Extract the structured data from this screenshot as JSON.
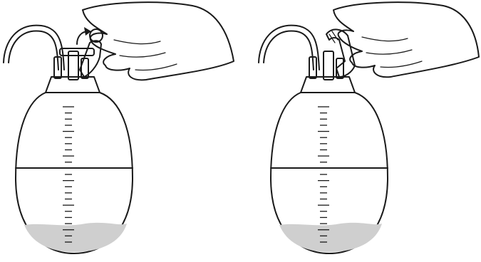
{
  "figure": {
    "panels": [
      {
        "id": "before",
        "clamp_state": "closed",
        "shows_open_arrow": true
      },
      {
        "id": "after",
        "clamp_state": "open",
        "shows_open_arrow": false
      }
    ],
    "bag": {
      "graduation_ticks": 23,
      "fill_fraction": 0.14
    },
    "colors": {
      "outline": "#1a1a1a",
      "glove": "#e6e6e6",
      "bag_body": "#ffffff",
      "fluid": "#cfcfcf",
      "neck": "#e2e2e2"
    }
  }
}
